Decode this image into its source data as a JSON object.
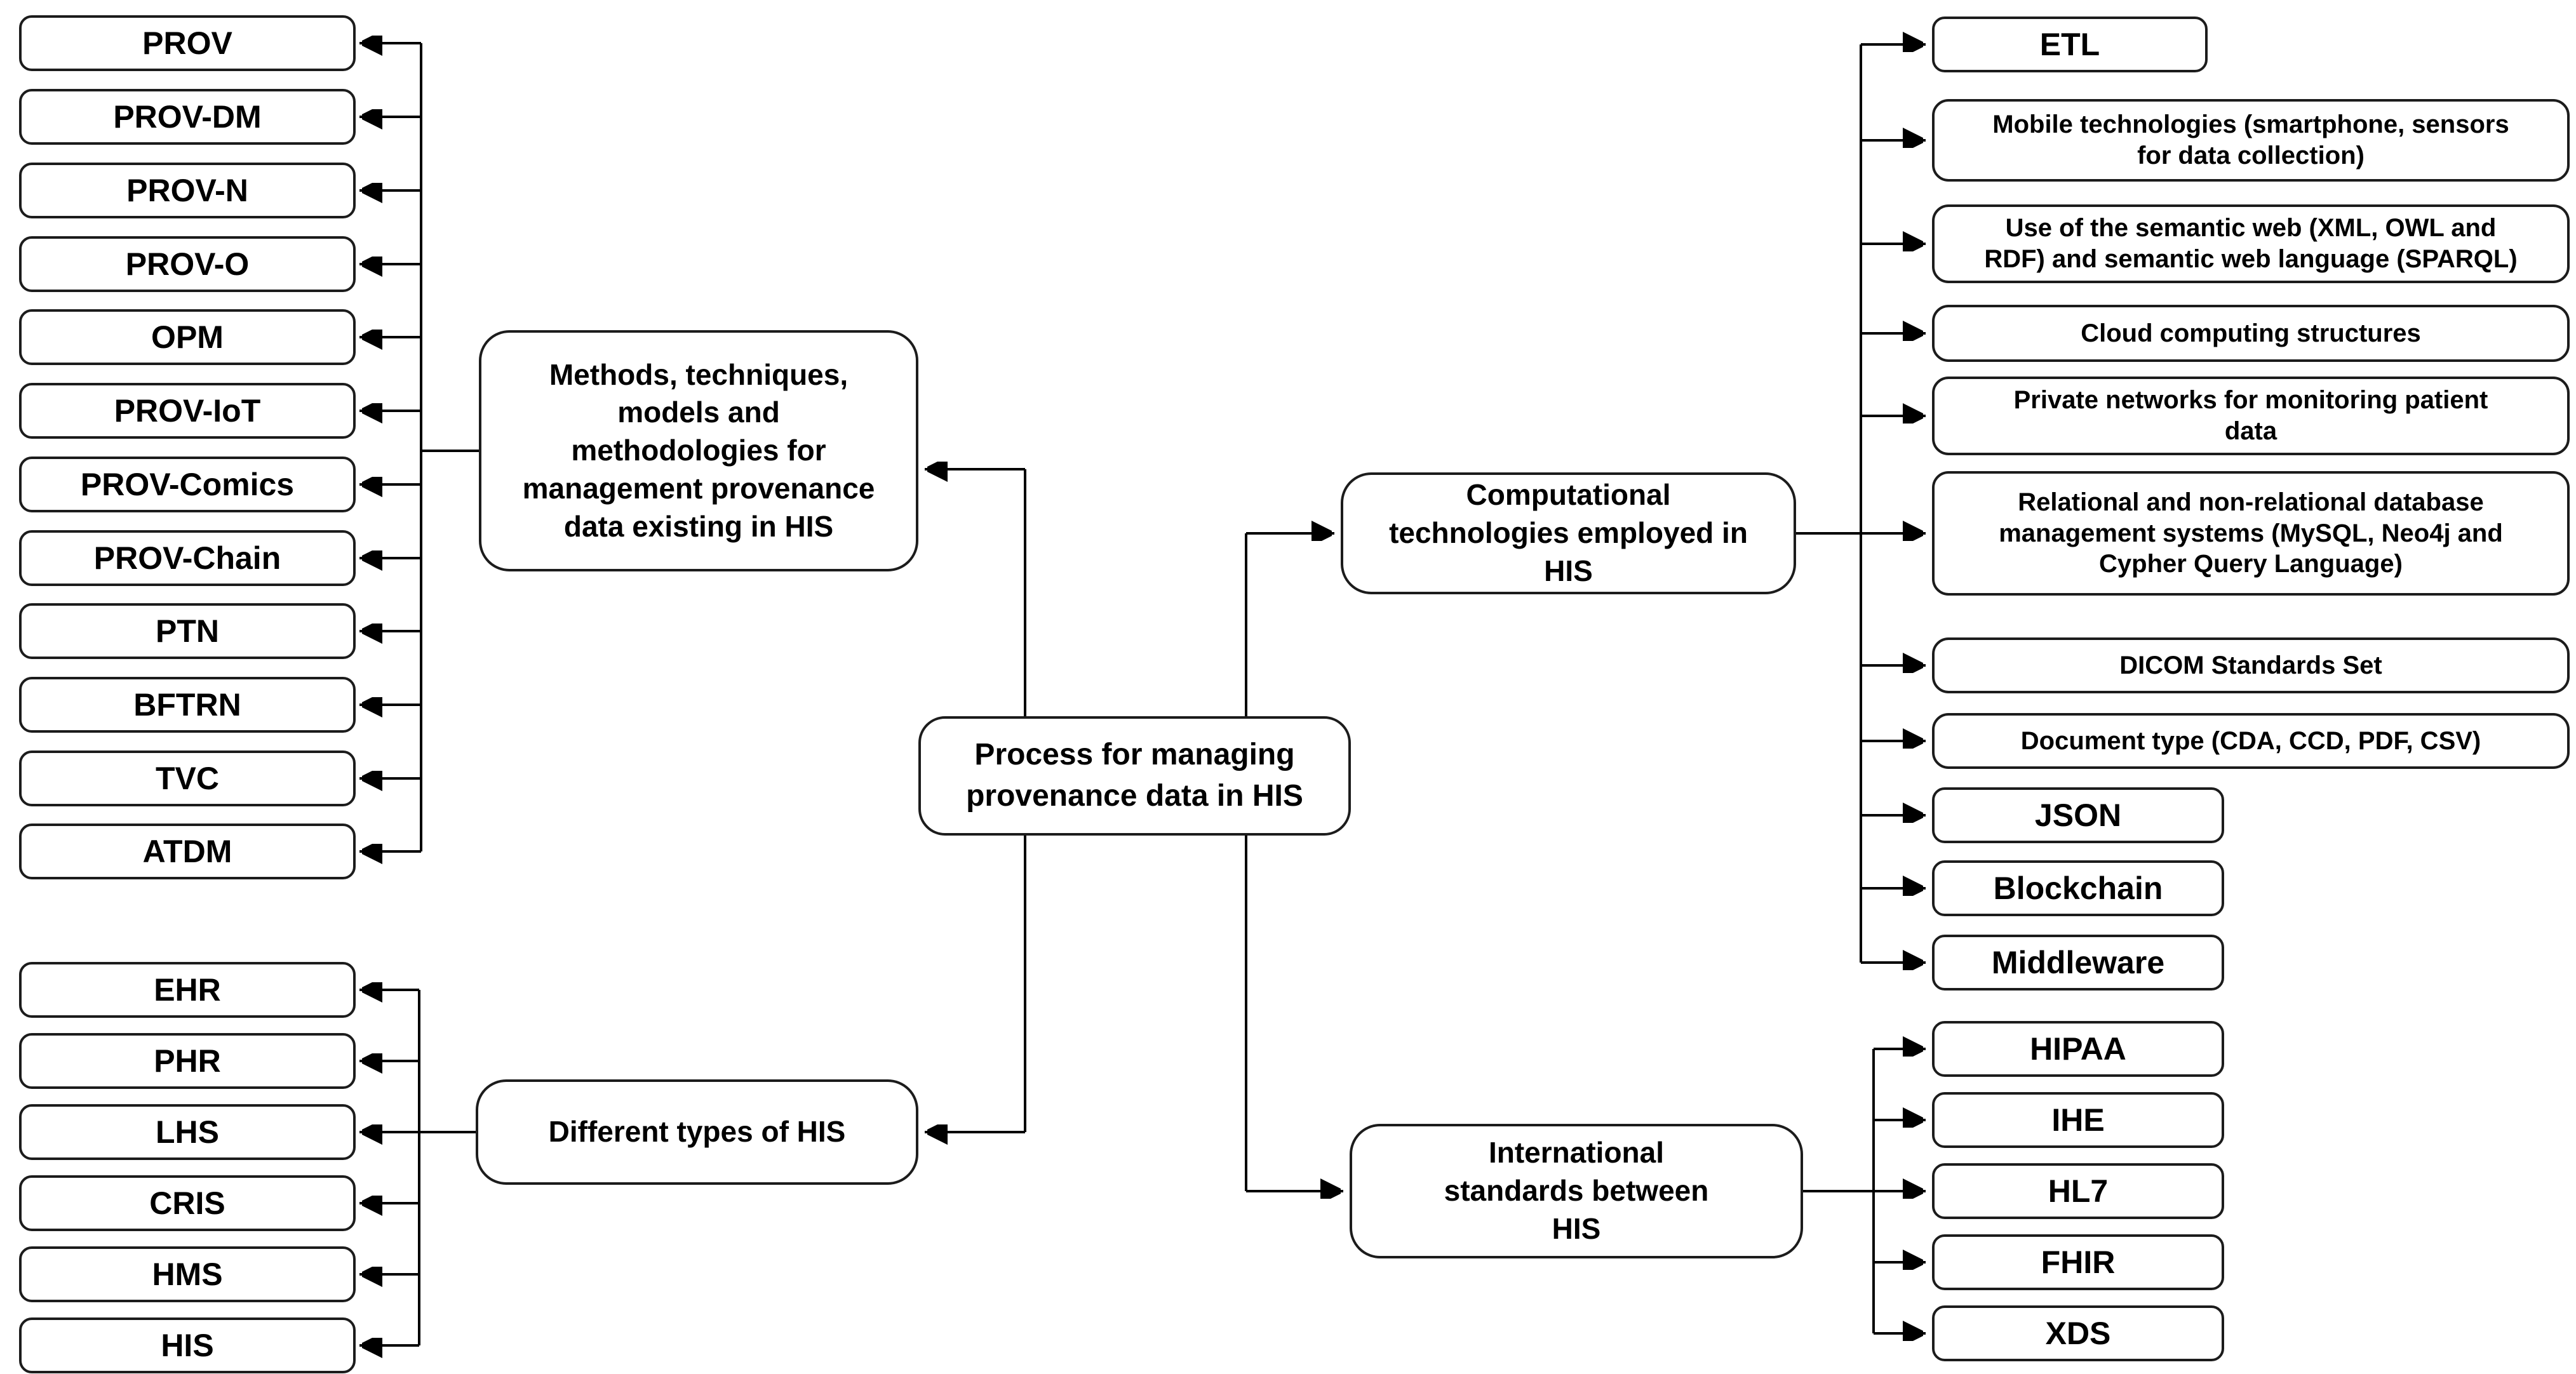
{
  "diagram": {
    "central_label": "Process for managing\nprovenance data in HIS",
    "branches": {
      "methods_label": "Methods, techniques,\nmodels and\nmethodologies for\nmanagement provenance\ndata existing in HIS",
      "his_types_label": "Different types of HIS",
      "computational_label": "Computational\ntechnologies employed in\nHIS",
      "standards_label": "International\nstandards between\nHIS"
    },
    "methods_children": [
      "PROV",
      "PROV-DM",
      "PROV-N",
      "PROV-O",
      "OPM",
      "PROV-IoT",
      "PROV-Comics",
      "PROV-Chain",
      "PTN",
      "BFTRN",
      "TVC",
      "ATDM"
    ],
    "his_types_children": [
      "EHR",
      "PHR",
      "LHS",
      "CRIS",
      "HMS",
      "HIS"
    ],
    "computational_children": [
      "ETL",
      "Mobile technologies (smartphone, sensors\nfor data collection)",
      "Use of the semantic web (XML, OWL and\nRDF) and semantic web language (SPARQL)",
      "Cloud computing structures",
      "Private networks for monitoring patient\ndata",
      "Relational and non-relational database\nmanagement systems (MySQL, Neo4j and\nCypher Query Language)",
      "DICOM Standards Set",
      "Document type (CDA, CCD, PDF, CSV)",
      "JSON",
      "Blockchain",
      "Middleware"
    ],
    "standards_children": [
      "HIPAA",
      "IHE",
      "HL7",
      "FHIR",
      "XDS"
    ],
    "colors": {
      "background": "#ffffff",
      "line": "#000000",
      "box_border": "#1c1c1c",
      "text": "#000000"
    }
  }
}
